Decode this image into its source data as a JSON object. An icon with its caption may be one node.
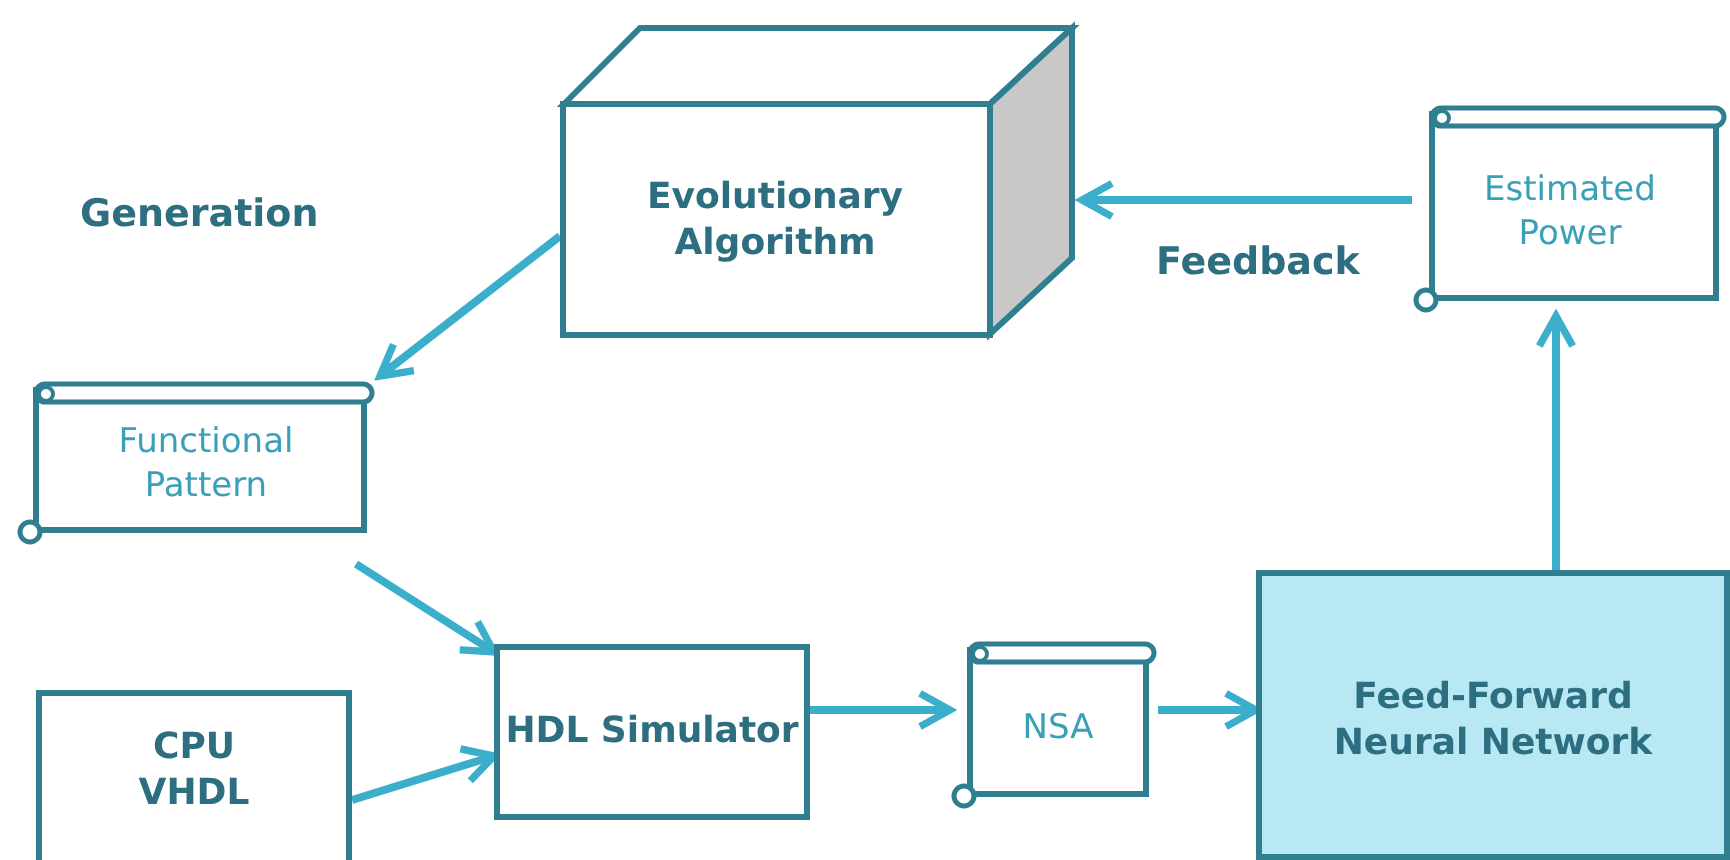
{
  "diagram": {
    "nodes": [
      {
        "text": [
          "Evolutionary Algorithm"
        ]
      },
      {
        "text": [
          "Estimated Power"
        ]
      },
      {
        "text": [
          "Functional Pattern"
        ]
      },
      {
        "text": [
          "CPU VHDL"
        ]
      },
      {
        "text": [
          "HDL Simulator"
        ]
      },
      {
        "text": [
          "NSA"
        ]
      },
      {
        "text": [
          "Feed-Forward Neural Network"
        ]
      }
    ],
    "edges": [
      {
        "from": 0,
        "to": 2,
        "arrow": "to",
        "label": "Generation"
      },
      {
        "from": 1,
        "to": 0,
        "arrow": "to",
        "label": "Feedback"
      },
      {
        "from": 2,
        "to": 4,
        "arrow": "to"
      },
      {
        "from": 3,
        "to": 4,
        "arrow": "to"
      },
      {
        "from": 4,
        "to": 5,
        "arrow": "to"
      },
      {
        "from": 5,
        "to": 6,
        "arrow": "to"
      },
      {
        "from": 6,
        "to": 1,
        "arrow": "to"
      }
    ]
  }
}
